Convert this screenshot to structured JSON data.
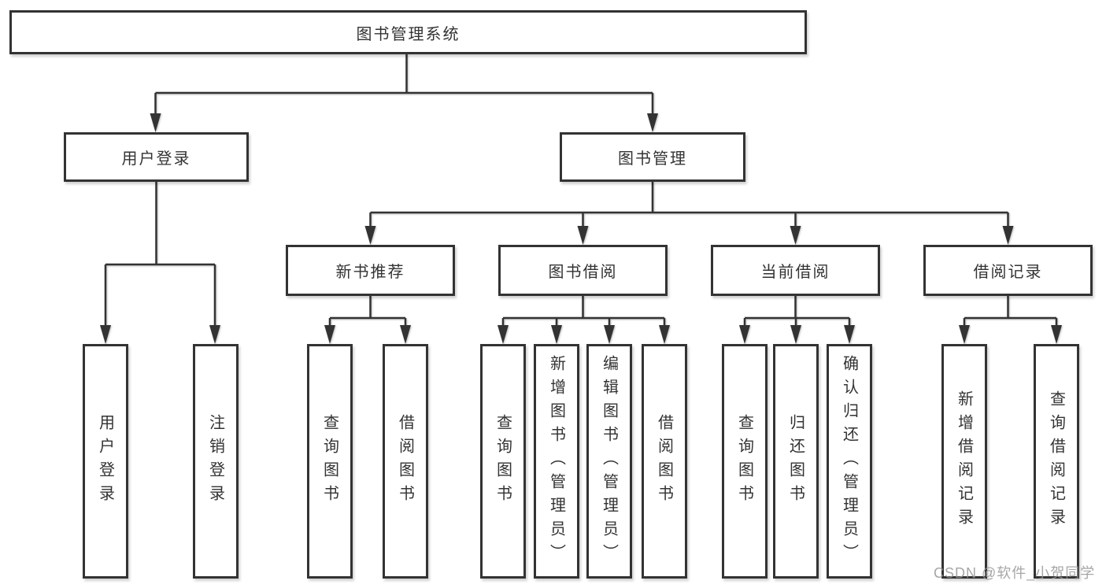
{
  "diagram": {
    "title": "图书管理系统",
    "branches": {
      "user": {
        "label": "用户登录",
        "leaves": [
          "用户登录",
          "注销登录"
        ]
      },
      "book": {
        "label": "图书管理",
        "sections": [
          {
            "label": "新书推荐",
            "leaves": [
              "查询图书",
              "借阅图书"
            ]
          },
          {
            "label": "图书借阅",
            "leaves": [
              "查询图书",
              "新增图书（管理员）",
              "编辑图书（管理员）",
              "借阅图书"
            ]
          },
          {
            "label": "当前借阅",
            "leaves": [
              "查询图书",
              "归还图书",
              "确认归还（管理员）"
            ]
          },
          {
            "label": "借阅记录",
            "leaves": [
              "新增借阅记录",
              "查询借阅记录"
            ]
          }
        ]
      }
    }
  },
  "watermark": "CSDN @软件_小贺同学",
  "colors": {
    "line": "#333333",
    "text": "#333333",
    "box_background": "#ffffff",
    "page_background": "#ffffff",
    "watermark": "#969696"
  }
}
